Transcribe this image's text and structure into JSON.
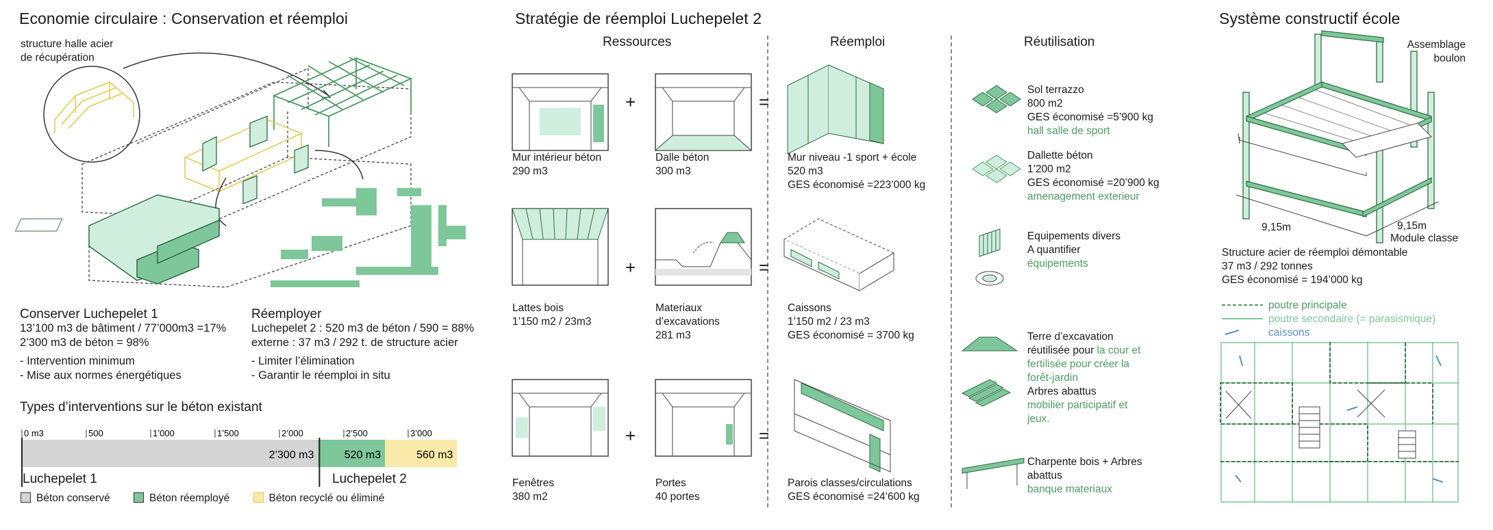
{
  "left": {
    "title": "Economie circulaire : Conservation et réemploi",
    "callout": [
      "structure halle acier",
      "de récupération"
    ],
    "conserver": {
      "heading": "Conserver Luchepelet 1",
      "lines": [
        "13’100 m3 de bâtiment / 77’000m3  =17%",
        "2’300 m3 de béton = 98%"
      ],
      "bullets": [
        "- Intervention minimum",
        "- Mise aux normes énergétiques"
      ]
    },
    "reemployer": {
      "heading": "Réemployer",
      "lines": [
        "Luchepelet 2 : 520 m3 de béton / 590 = 88%",
        "externe : 37 m3 / 292 t. de structure acier"
      ],
      "bullets": [
        "- Limiter l’élimination",
        "- Garantir le réemploi in situ"
      ]
    }
  },
  "chart_data": {
    "type": "bar",
    "title": "Types d’interventions sur le béton existant",
    "ticks": [
      "0 m3",
      "500",
      "1’000",
      "1’500",
      "2’000",
      "2’500",
      "3’000"
    ],
    "tick_values": [
      0,
      500,
      1000,
      1500,
      2000,
      2500,
      3000
    ],
    "xlim": [
      0,
      3500
    ],
    "segments": [
      {
        "label": "2’300 m3",
        "value": 2300,
        "color": "#d4d4d4",
        "series": "Béton conservé"
      },
      {
        "label": "520 m3",
        "value": 520,
        "color": "#7ec79a",
        "series": "Béton réemployé"
      },
      {
        "label": "560 m3",
        "value": 560,
        "color": "#faeaaa",
        "series": "Béton recyclé ou éliminé"
      }
    ],
    "group_labels": [
      "Luchepelet 1",
      "Luchepelet 2"
    ],
    "legend": [
      {
        "name": "Béton conservé",
        "color": "#d4d4d4"
      },
      {
        "name": "Béton réemployé",
        "color": "#7ec79a"
      },
      {
        "name": "Béton recyclé ou éliminé",
        "color": "#faeaaa"
      }
    ]
  },
  "middle": {
    "title": "Stratégie de réemploi Luchepelet 2",
    "col_ressources": "Ressources",
    "col_reemploi": "Réemploi",
    "col_reutilisation": "Réutilisation",
    "plus": "+",
    "equals": "=",
    "rows": [
      {
        "a": [
          "Mur intérieur béton",
          "290 m3"
        ],
        "b": [
          "Dalle béton",
          "300 m3"
        ],
        "c": [
          "Mur niveau -1 sport + école",
          "520 m3",
          "GES économisé =223’000 kg"
        ]
      },
      {
        "a": [
          "Lattes bois",
          "1’150 m2 / 23m3"
        ],
        "b": [
          "Materiaux",
          "d’excavations",
          "281 m3"
        ],
        "c": [
          "Caissons",
          "1’150 m2 / 23 m3",
          "GES économisé = 3700 kg"
        ]
      },
      {
        "a": [
          "Fenêtres",
          "380 m2"
        ],
        "b": [
          "Portes",
          "40 portes"
        ],
        "c": [
          "Parois classes/circulations",
          "GES économisé =24’600 kg"
        ]
      }
    ],
    "reuse": [
      {
        "lines": [
          "Sol terrazzo",
          "800 m2",
          "GES économisé =5’900 kg"
        ],
        "green": [
          "hall salle de sport"
        ]
      },
      {
        "lines": [
          "Dallette béton",
          "1’200 m2",
          "GES économisé =20’900 kg"
        ],
        "green": [
          "amenagement exterieur"
        ]
      },
      {
        "lines": [
          "Equipements divers",
          "A quantifier"
        ],
        "green": [
          "équipements"
        ]
      },
      {
        "lines": [
          "Terre d’excavation",
          "réutilisée pour"
        ],
        "green_inline": "la cour et",
        "green": [
          "fertilisée pour créer la",
          "forêt-jardin"
        ],
        "lines2": [
          "Arbres abattus"
        ],
        "green2": [
          "mobilier participatif et",
          "jeux."
        ]
      },
      {
        "lines": [
          "Charpente bois + Arbres",
          "abattus"
        ],
        "green": [
          "banque materiaux"
        ]
      }
    ]
  },
  "right": {
    "title": "Système constructif école",
    "assemblage": [
      "Assemblage",
      "boulon"
    ],
    "dim1": "9,15m",
    "dim2": "9,15m",
    "module": "Module classe",
    "info": [
      "Structure acier de réemploi démontable",
      "37 m3 / 292 tonnes",
      "GES économisé = 194’000 kg"
    ],
    "legend": [
      {
        "name": "poutre principale",
        "color": "#4f9a63"
      },
      {
        "name": "poutre secondaire (= parasismique)",
        "color": "#7ec79a"
      },
      {
        "name": "caissons",
        "color": "#5b8fc4"
      }
    ]
  },
  "colors": {
    "green_dark": "#4f9a63",
    "green_fill": "#7ec79a",
    "green_light": "#cfeedd",
    "yellow": "#faeaaa",
    "grey": "#d4d4d4"
  }
}
